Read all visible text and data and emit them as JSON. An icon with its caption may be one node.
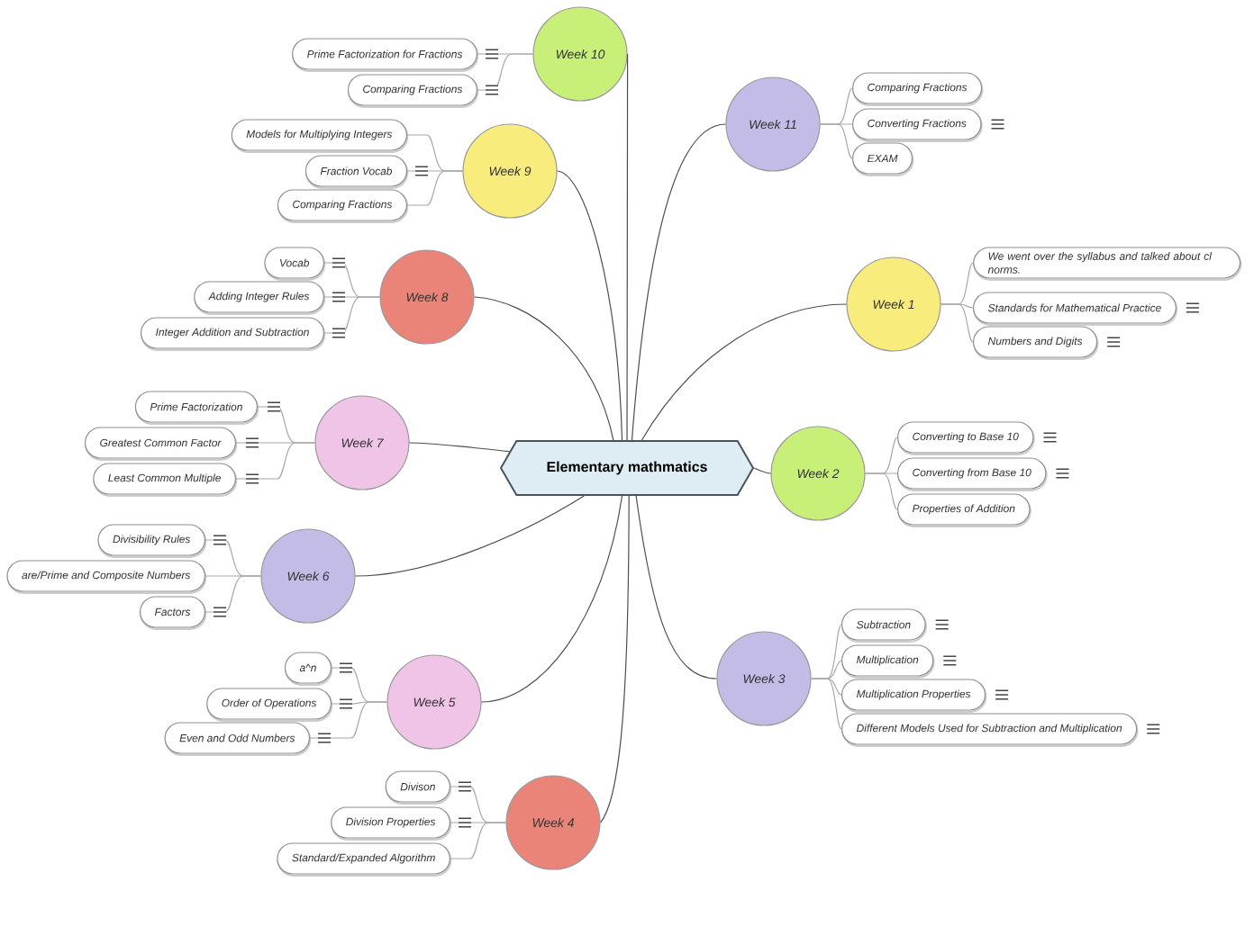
{
  "diagram": {
    "nodes": [
      {
        "text": [
          "Elementary mathmatics"
        ]
      },
      {
        "text": [
          "Week 1"
        ]
      },
      {
        "text": [
          "We went over the syllabus and talked about cl norms."
        ]
      },
      {
        "text": [
          "Standards for Mathematical Practice"
        ]
      },
      {
        "text": [
          "Numbers and Digits"
        ]
      },
      {
        "text": [
          "Week 2"
        ]
      },
      {
        "text": [
          "Converting to Base 10"
        ]
      },
      {
        "text": [
          "Converting from Base 10"
        ]
      },
      {
        "text": [
          "Properties of Addition"
        ]
      },
      {
        "text": [
          "Week 3"
        ]
      },
      {
        "text": [
          "Subtraction"
        ]
      },
      {
        "text": [
          "Multiplication"
        ]
      },
      {
        "text": [
          "Multiplication Properties"
        ]
      },
      {
        "text": [
          "Different Models Used for Subtraction and Multiplication"
        ]
      },
      {
        "text": [
          "Week 4"
        ]
      },
      {
        "text": [
          "Divison"
        ]
      },
      {
        "text": [
          "Division Properties"
        ]
      },
      {
        "text": [
          "Standard/Expanded Algorithm"
        ]
      },
      {
        "text": [
          "Week 5"
        ]
      },
      {
        "text": [
          "a^n"
        ]
      },
      {
        "text": [
          "Order of Operations"
        ]
      },
      {
        "text": [
          "Even and Odd Numbers"
        ]
      },
      {
        "text": [
          "Week 6"
        ]
      },
      {
        "text": [
          "Divisibility Rules"
        ]
      },
      {
        "text": [
          "are/Prime and Composite Numbers"
        ]
      },
      {
        "text": [
          "Factors"
        ]
      },
      {
        "text": [
          "Week 7"
        ]
      },
      {
        "text": [
          "Prime Factorization"
        ]
      },
      {
        "text": [
          "Greatest Common Factor"
        ]
      },
      {
        "text": [
          "Least Common Multiple"
        ]
      },
      {
        "text": [
          "Week 8"
        ]
      },
      {
        "text": [
          "Vocab"
        ]
      },
      {
        "text": [
          "Adding Integer Rules"
        ]
      },
      {
        "text": [
          "Integer Addition and Subtraction"
        ]
      },
      {
        "text": [
          "Week 9"
        ]
      },
      {
        "text": [
          "Models for Multiplying Integers"
        ]
      },
      {
        "text": [
          "Fraction Vocab"
        ]
      },
      {
        "text": [
          "Comparing Fractions"
        ]
      },
      {
        "text": [
          "Week 10"
        ]
      },
      {
        "text": [
          "Prime Factorization for Fractions"
        ]
      },
      {
        "text": [
          "Comparing Fractions"
        ]
      },
      {
        "text": [
          "Week 11"
        ]
      },
      {
        "text": [
          "Comparing Fractions"
        ]
      },
      {
        "text": [
          "Converting Fractions"
        ]
      },
      {
        "text": [
          "EXAM"
        ]
      }
    ],
    "edges": [
      {
        "from": 0,
        "to": 1,
        "arrow": "none",
        "color": "#4d4d4d"
      },
      {
        "from": 0,
        "to": 5,
        "arrow": "none",
        "color": "#4d4d4d"
      },
      {
        "from": 0,
        "to": 9,
        "arrow": "none",
        "color": "#4d4d4d"
      },
      {
        "from": 0,
        "to": 14,
        "arrow": "none",
        "color": "#4d4d4d"
      },
      {
        "from": 0,
        "to": 18,
        "arrow": "none",
        "color": "#4d4d4d"
      },
      {
        "from": 0,
        "to": 22,
        "arrow": "none",
        "color": "#4d4d4d"
      },
      {
        "from": 0,
        "to": 26,
        "arrow": "none",
        "color": "#4d4d4d"
      },
      {
        "from": 0,
        "to": 30,
        "arrow": "none",
        "color": "#4d4d4d"
      },
      {
        "from": 0,
        "to": 34,
        "arrow": "none",
        "color": "#4d4d4d"
      },
      {
        "from": 0,
        "to": 38,
        "arrow": "none",
        "color": "#4d4d4d"
      },
      {
        "from": 0,
        "to": 41,
        "arrow": "none",
        "color": "#4d4d4d"
      },
      {
        "from": 1,
        "to": 2,
        "arrow": "none"
      },
      {
        "from": 1,
        "to": 3,
        "arrow": "none"
      },
      {
        "from": 1,
        "to": 4,
        "arrow": "none"
      },
      {
        "from": 5,
        "to": 6,
        "arrow": "none"
      },
      {
        "from": 5,
        "to": 7,
        "arrow": "none"
      },
      {
        "from": 5,
        "to": 8,
        "arrow": "none"
      },
      {
        "from": 9,
        "to": 10,
        "arrow": "none"
      },
      {
        "from": 9,
        "to": 11,
        "arrow": "none"
      },
      {
        "from": 9,
        "to": 12,
        "arrow": "none"
      },
      {
        "from": 9,
        "to": 13,
        "arrow": "none"
      },
      {
        "from": 14,
        "to": 15,
        "arrow": "none"
      },
      {
        "from": 14,
        "to": 16,
        "arrow": "none"
      },
      {
        "from": 14,
        "to": 17,
        "arrow": "none"
      },
      {
        "from": 18,
        "to": 19,
        "arrow": "none"
      },
      {
        "from": 18,
        "to": 20,
        "arrow": "none"
      },
      {
        "from": 18,
        "to": 21,
        "arrow": "none"
      },
      {
        "from": 22,
        "to": 23,
        "arrow": "none"
      },
      {
        "from": 22,
        "to": 24,
        "arrow": "none"
      },
      {
        "from": 22,
        "to": 25,
        "arrow": "none"
      },
      {
        "from": 26,
        "to": 27,
        "arrow": "none"
      },
      {
        "from": 26,
        "to": 28,
        "arrow": "none"
      },
      {
        "from": 26,
        "to": 29,
        "arrow": "none"
      },
      {
        "from": 30,
        "to": 31,
        "arrow": "none"
      },
      {
        "from": 30,
        "to": 32,
        "arrow": "none"
      },
      {
        "from": 30,
        "to": 33,
        "arrow": "none"
      },
      {
        "from": 34,
        "to": 35,
        "arrow": "none"
      },
      {
        "from": 34,
        "to": 36,
        "arrow": "none"
      },
      {
        "from": 34,
        "to": 37,
        "arrow": "none"
      },
      {
        "from": 38,
        "to": 39,
        "arrow": "none"
      },
      {
        "from": 38,
        "to": 40,
        "arrow": "none"
      },
      {
        "from": 41,
        "to": 42,
        "arrow": "none"
      },
      {
        "from": 41,
        "to": 43,
        "arrow": "none"
      },
      {
        "from": 41,
        "to": 44,
        "arrow": "none"
      }
    ]
  }
}
